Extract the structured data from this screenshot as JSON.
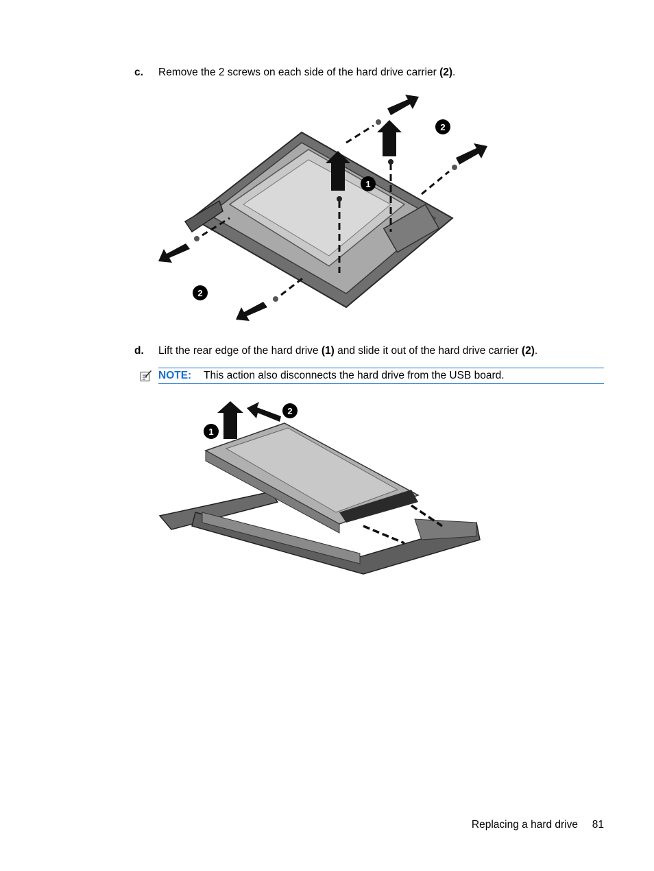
{
  "step_c": {
    "letter": "c.",
    "text_before": "Remove the 2 screws on each side of the hard drive carrier ",
    "bold_ref": "(2)",
    "text_after": "."
  },
  "figure_1": {
    "callout_1": "1",
    "callout_2": "2"
  },
  "step_d": {
    "letter": "d.",
    "text_1": "Lift the rear edge of the hard drive ",
    "bold_1": "(1)",
    "text_2": " and slide it out of the hard drive carrier ",
    "bold_2": "(2)",
    "text_3": "."
  },
  "note": {
    "label": "NOTE:",
    "text": "This action also disconnects the hard drive from the USB board.",
    "accent_color": "#1a6fd0",
    "icon": "note-pencil-icon"
  },
  "figure_2": {
    "callout_1": "1",
    "callout_2": "2"
  },
  "footer": {
    "section_title": "Replacing a hard drive",
    "page_number": "81"
  }
}
